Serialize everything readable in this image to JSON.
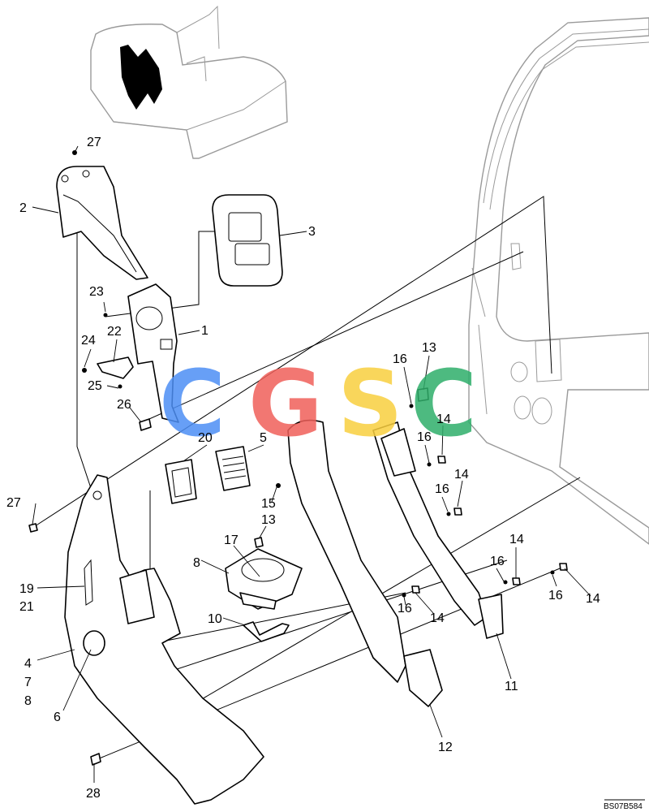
{
  "callouts": [
    {
      "id": "c27a",
      "text": "27"
    },
    {
      "id": "c2",
      "text": "2"
    },
    {
      "id": "c3",
      "text": "3"
    },
    {
      "id": "c23",
      "text": "23"
    },
    {
      "id": "c1",
      "text": "1"
    },
    {
      "id": "c24",
      "text": "24"
    },
    {
      "id": "c22",
      "text": "22"
    },
    {
      "id": "c25",
      "text": "25"
    },
    {
      "id": "c26",
      "text": "26"
    },
    {
      "id": "c16a",
      "text": "16"
    },
    {
      "id": "c13a",
      "text": "13"
    },
    {
      "id": "c14a",
      "text": "14"
    },
    {
      "id": "c16b",
      "text": "16"
    },
    {
      "id": "c20",
      "text": "20"
    },
    {
      "id": "c5",
      "text": "5"
    },
    {
      "id": "c14b",
      "text": "14"
    },
    {
      "id": "c16c",
      "text": "16"
    },
    {
      "id": "c27b",
      "text": "27"
    },
    {
      "id": "c15",
      "text": "15"
    },
    {
      "id": "c13b",
      "text": "13"
    },
    {
      "id": "c17",
      "text": "17"
    },
    {
      "id": "c14c",
      "text": "14"
    },
    {
      "id": "c16d",
      "text": "16"
    },
    {
      "id": "c8a",
      "text": "8"
    },
    {
      "id": "c19",
      "text": "19"
    },
    {
      "id": "c21",
      "text": "21"
    },
    {
      "id": "c16e",
      "text": "16"
    },
    {
      "id": "c14d",
      "text": "14"
    },
    {
      "id": "c16f",
      "text": "16"
    },
    {
      "id": "c14e",
      "text": "14"
    },
    {
      "id": "c10",
      "text": "10"
    },
    {
      "id": "c4",
      "text": "4"
    },
    {
      "id": "c7",
      "text": "7"
    },
    {
      "id": "c8b",
      "text": "8"
    },
    {
      "id": "c6",
      "text": "6"
    },
    {
      "id": "c11",
      "text": "11"
    },
    {
      "id": "c12",
      "text": "12"
    },
    {
      "id": "c28",
      "text": "28"
    }
  ],
  "drawing_code": "BS07B584",
  "watermark": {
    "letters": [
      {
        "char": "C",
        "color": "#4d8ff5"
      },
      {
        "char": "G",
        "color": "#f0605a"
      },
      {
        "char": "S",
        "color": "#f9cf3f"
      },
      {
        "char": "C",
        "color": "#2fae6a"
      }
    ]
  }
}
